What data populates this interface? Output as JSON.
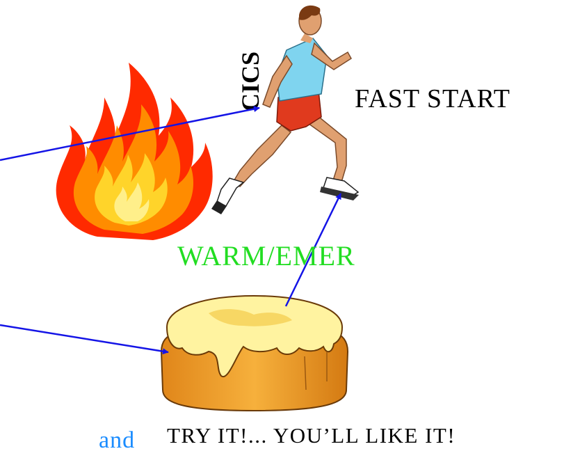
{
  "labels": {
    "fast_start": "FAST START",
    "warm_emer": "WARM/EMER",
    "try_it": "TRY IT!... YOU’LL LIKE IT!",
    "and_fragment": "and",
    "cics_shirt": "CICS"
  },
  "colors": {
    "arrow": "#1414e6",
    "warm_emer_text": "#22dd22",
    "and_text": "#1a8cff",
    "fire_outer": "#ff2a00",
    "fire_mid": "#ff8c00",
    "fire_inner": "#ffe14a",
    "cake_body": "#f2a22a",
    "cake_icing": "#fff3a0"
  },
  "icons": [
    "fire-icon",
    "runner-icon",
    "cake-icon"
  ]
}
